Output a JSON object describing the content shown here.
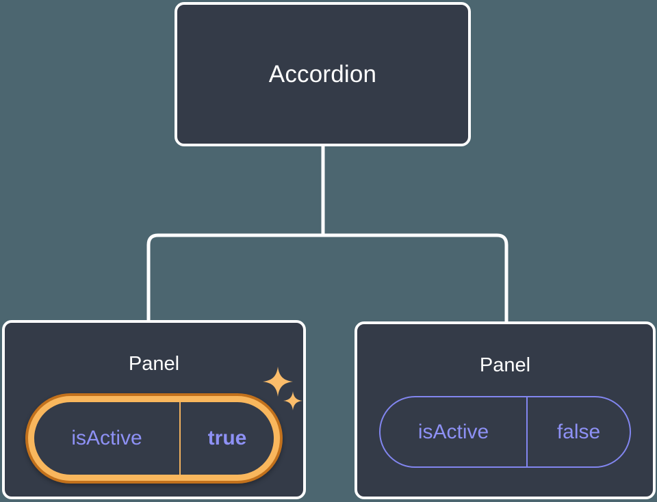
{
  "canvas": {
    "background_color": "#4c6670",
    "node_fill_color": "#343b48",
    "node_border_color": "#ffffff",
    "edge_color": "#ffffff",
    "accent_purple": "#8e91f5",
    "highlight_outer_orange": "#c2711c",
    "highlight_inner_amber": "#f9b75d",
    "sparkle_color": "#fbbd6b"
  },
  "tree": {
    "root": {
      "label": "Accordion"
    },
    "children": [
      {
        "label": "Panel",
        "highlighted": true,
        "prop": {
          "key": "isActive",
          "value": "true",
          "value_bold": true
        },
        "sparkles": [
          {
            "name": "sparkle-large"
          },
          {
            "name": "sparkle-small"
          }
        ]
      },
      {
        "label": "Panel",
        "highlighted": false,
        "prop": {
          "key": "isActive",
          "value": "false",
          "value_bold": false
        }
      }
    ]
  }
}
